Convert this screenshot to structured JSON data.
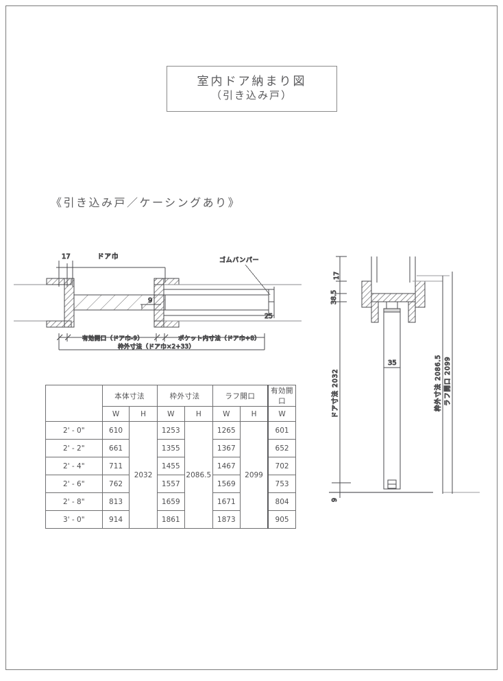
{
  "document": {
    "title_main": "室内ドア納まり図",
    "title_sub": "（引き込み戸）",
    "section_heading": "《引き込み戸／ケーシングあり》"
  },
  "plan_view": {
    "name": "plan-section-drawing",
    "labels": {
      "jamb_thickness": "17",
      "door_width": "ドア巾",
      "gap_9": "9",
      "bumper": "ゴムバンパー",
      "bumper_dim": "25",
      "clear_opening": "有効開口（ドア巾-9）",
      "pocket_inner": "ポケット内寸法（ドア巾+8）",
      "frame_outer": "枠外寸法（ドア巾×2+33）"
    }
  },
  "elevation_view": {
    "name": "elevation-section-drawing",
    "labels": {
      "head_17": "17",
      "head_385": "38.5",
      "door_thickness": "35",
      "door_height": "ドア寸法 2032",
      "floor_gap": "9",
      "frame_outer_height": "枠外寸法 2086.5",
      "rough_opening_height": "ラフ開口 2099"
    }
  },
  "table": {
    "group_headers": [
      "",
      "本体寸法",
      "枠外寸法",
      "ラフ開口",
      "有効開口"
    ],
    "sub_headers": [
      "",
      "W",
      "H",
      "W",
      "H",
      "W",
      "H",
      "W"
    ],
    "rows": [
      {
        "size": "2' - 0\"",
        "body_w": "610",
        "frame_w": "1253",
        "rough_w": "1265",
        "clear_w": "601"
      },
      {
        "size": "2' - 2\"",
        "body_w": "661",
        "frame_w": "1355",
        "rough_w": "1367",
        "clear_w": "652"
      },
      {
        "size": "2' - 4\"",
        "body_w": "711",
        "frame_w": "1455",
        "rough_w": "1467",
        "clear_w": "702"
      },
      {
        "size": "2' - 6\"",
        "body_w": "762",
        "frame_w": "1557",
        "rough_w": "1569",
        "clear_w": "753"
      },
      {
        "size": "2' - 8\"",
        "body_w": "813",
        "frame_w": "1659",
        "rough_w": "1671",
        "clear_w": "804"
      },
      {
        "size": "3' - 0\"",
        "body_w": "914",
        "frame_w": "1861",
        "rough_w": "1873",
        "clear_w": "905"
      }
    ],
    "body_h": "2032",
    "frame_h": "2086.5",
    "rough_h": "2099"
  },
  "colors": {
    "line": "#4a4a4c",
    "border": "#7a7a7a",
    "text": "#4f4f51",
    "hatch": "#6b6b6d"
  }
}
